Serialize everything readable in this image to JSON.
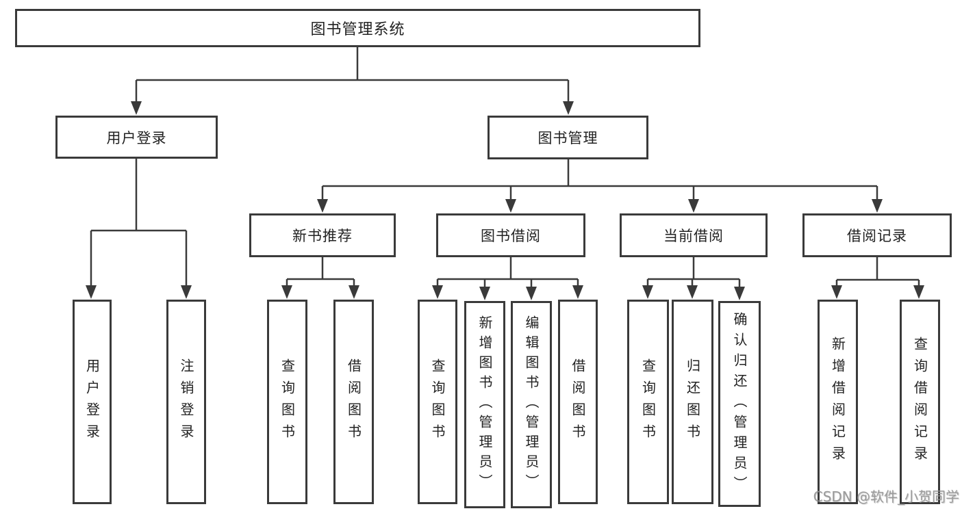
{
  "tree": {
    "label": "图书管理系统",
    "children": [
      {
        "label": "用户登录",
        "children": [
          {
            "label": "用户登录"
          },
          {
            "label": "注销登录"
          }
        ]
      },
      {
        "label": "图书管理",
        "children": [
          {
            "label": "新书推荐",
            "children": [
              {
                "label": "查询图书"
              },
              {
                "label": "借阅图书"
              }
            ]
          },
          {
            "label": "图书借阅",
            "children": [
              {
                "label": "查询图书"
              },
              {
                "label": "新增图书（管理员）"
              },
              {
                "label": "编辑图书（管理员）"
              },
              {
                "label": "借阅图书"
              }
            ]
          },
          {
            "label": "当前借阅",
            "children": [
              {
                "label": "查询图书"
              },
              {
                "label": "归还图书"
              },
              {
                "label": "确认归还（管理员）"
              }
            ]
          },
          {
            "label": "借阅记录",
            "children": [
              {
                "label": "新增借阅记录"
              },
              {
                "label": "查询借阅记录"
              }
            ]
          }
        ]
      }
    ]
  },
  "watermark": {
    "text": "CSDN @软件_小贺同学"
  },
  "colors": {
    "line": "#3a3a3a",
    "text": "#222222",
    "background": "#ffffff",
    "watermark": "#949494"
  }
}
